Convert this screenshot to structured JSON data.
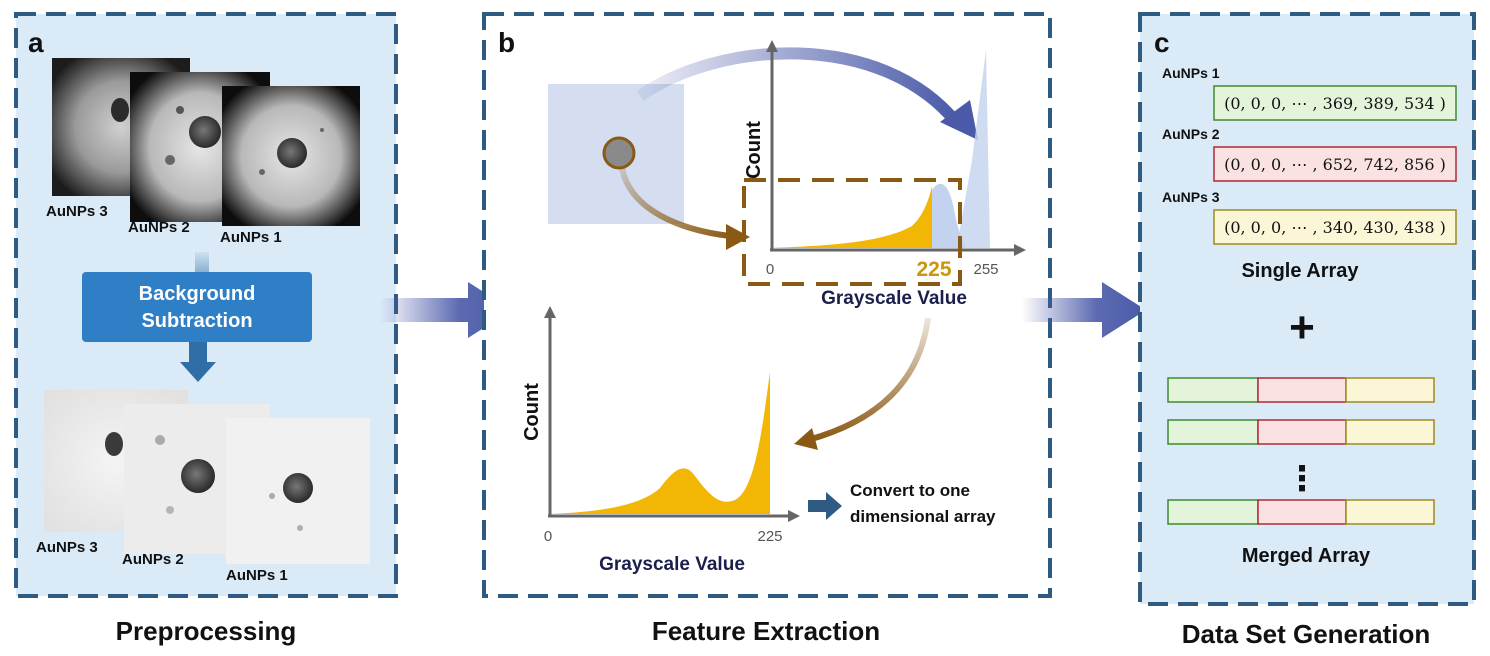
{
  "panel_a": {
    "letter": "a",
    "top_images": [
      "AuNPs 3",
      "AuNPs 2",
      "AuNPs 1"
    ],
    "process_box": [
      "Background",
      "Subtraction"
    ],
    "bottom_images": [
      "AuNPs 3",
      "AuNPs 2",
      "AuNPs 1"
    ],
    "caption": "Preprocessing"
  },
  "panel_b": {
    "letter": "b",
    "top_chart": {
      "ylabel": "Count",
      "xlabel": "Grayscale Value",
      "tick_min": "0",
      "tick_cut": "225",
      "tick_max": "255"
    },
    "bottom_chart": {
      "ylabel": "Count",
      "xlabel": "Grayscale Value",
      "tick_min": "0",
      "tick_max": "225"
    },
    "convert_text": [
      "Convert to one",
      "dimensional array"
    ],
    "caption": "Feature Extraction"
  },
  "panel_c": {
    "letter": "c",
    "arrays": [
      {
        "name": "AuNPs 1",
        "value": "(0, 0, 0, ⋯ , 369, 389, 534 )",
        "fill": "#e3f4da",
        "stroke": "#3f8a2e"
      },
      {
        "name": "AuNPs 2",
        "value": "(0, 0, 0, ⋯ , 652, 742, 856 )",
        "fill": "#fbe2e2",
        "stroke": "#b02a3a"
      },
      {
        "name": "AuNPs 3",
        "value": "(0, 0, 0, ⋯ , 340, 430, 438 )",
        "fill": "#fbf6d6",
        "stroke": "#9c8a22"
      }
    ],
    "single_label": "Single Array",
    "plus": "+",
    "ellipsis": "⋮",
    "merged_label": "Merged Array",
    "caption": "Data Set Generation"
  },
  "colors": {
    "panel_fill": "#dbeaf7",
    "dash": "#2f5a82",
    "gold": "#f2b705",
    "brown": "#8a5a14",
    "blue_arrow": "#4a5aa8",
    "process_blue": "#2f7fc7"
  }
}
